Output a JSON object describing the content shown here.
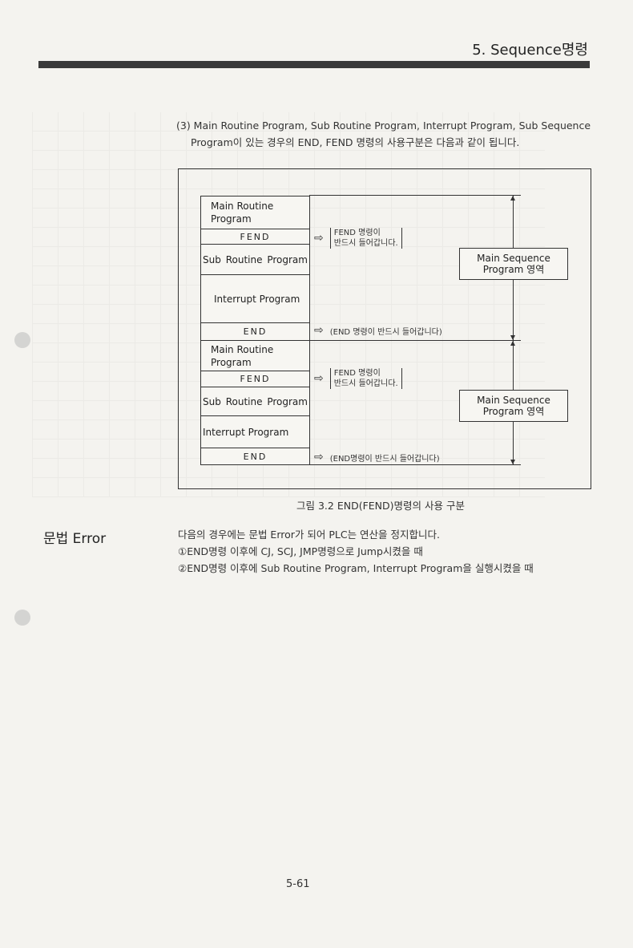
{
  "header": {
    "title": "5. Sequence명령"
  },
  "intro": {
    "line1": "(3) Main Routine Program, Sub Routine Program, Interrupt Program, Sub Sequence",
    "line2": "Program이 있는 경우의 END, FEND 명령의 사용구분은 다음과 같이 됩니다."
  },
  "diagram": {
    "block1": {
      "main_routine_1": "Main Routine",
      "main_routine_2": "Program",
      "fend": "FEND",
      "sub_routine_a": "Sub",
      "sub_routine_b": "Routine",
      "sub_routine_c": "Program",
      "interrupt": "Interrupt Program",
      "end": "END"
    },
    "block2": {
      "main_routine_1": "Main Routine",
      "main_routine_2": "Program",
      "fend": "FEND",
      "sub_routine_a": "Sub",
      "sub_routine_b": "Routine",
      "sub_routine_c": "Program",
      "interrupt": "Interrupt Program",
      "end": "END"
    },
    "notes": {
      "fend_note1_a": "FEND 명령이",
      "fend_note1_b": "반드시 들어갑니다.",
      "end_note1": "(END 명령이 반드시 들어갑니다)",
      "fend_note2_a": "FEND 명령이",
      "fend_note2_b": "반드시 들어갑니다.",
      "end_note2": "(END명령이 반드시 들어갑니다)",
      "arrow": "⇨"
    },
    "main_sequence_1_a": "Main Sequence",
    "main_sequence_1_b": "Program 영역",
    "main_sequence_2_a": "Main Sequence",
    "main_sequence_2_b": "Program 영역"
  },
  "caption": "그림 3.2  END(FEND)명령의 사용 구분",
  "error_section": {
    "title": "문법 Error",
    "line1": "다음의 경우에는 문법 Error가 되어 PLC는 연산을 정지합니다.",
    "line2": "①END명령 이후에 CJ, SCJ, JMP명령으로 Jump시켰을 때",
    "line3": "②END명령 이후에 Sub Routine Program, Interrupt Program을 실행시켰을 때"
  },
  "page_number": "5-61"
}
